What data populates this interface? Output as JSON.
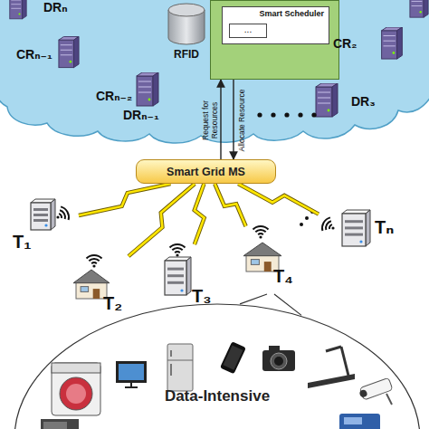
{
  "diagram": {
    "nodes": [
      {
        "text": [
          "RFID"
        ]
      },
      {
        "text": [
          "Smart Scheduler",
          "..."
        ]
      },
      {
        "text": [
          "Smart Grid MS"
        ]
      },
      {
        "text": [
          "T₁"
        ]
      },
      {
        "text": [
          "T₂"
        ]
      },
      {
        "text": [
          "T₃"
        ]
      },
      {
        "text": [
          "T₄"
        ]
      },
      {
        "text": [
          "Tₙ"
        ]
      },
      {
        "text": [
          "Data-Intensive"
        ]
      }
    ],
    "edges": [
      {
        "from": 2,
        "to": 1,
        "arrow": "to",
        "label": "Request for Resources"
      },
      {
        "from": 1,
        "to": 2,
        "arrow": "to",
        "label": "Allocate Resource"
      },
      {
        "from": 2,
        "to": 3,
        "arrow": "none"
      },
      {
        "from": 2,
        "to": 4,
        "arrow": "none"
      },
      {
        "from": 2,
        "to": 5,
        "arrow": "none"
      },
      {
        "from": 2,
        "to": 6,
        "arrow": "none"
      },
      {
        "from": 2,
        "to": 7,
        "arrow": "none"
      },
      {
        "from": 6,
        "to": 8,
        "arrow": "none"
      }
    ],
    "labels": [
      "DRₙ",
      "CRₙ₋₁",
      "CRₙ₋₂",
      "DRₙ₋₁",
      "CR₂",
      "DR₃"
    ]
  }
}
